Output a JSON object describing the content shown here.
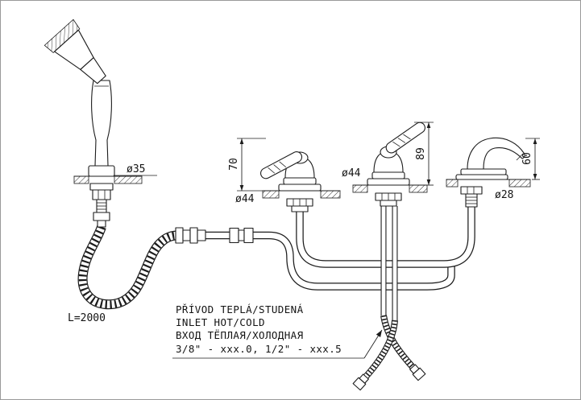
{
  "diagram": {
    "labels": {
      "shower_holder_diameter": "ø35",
      "hose_length": "L=2000",
      "left_valve_height": "70",
      "left_valve_base_diameter": "ø44",
      "right_valve_height": "89",
      "right_valve_base_diameter": "ø44",
      "spout_height": "60",
      "spout_base_diameter": "ø28"
    },
    "notes": {
      "line1": "PŘÍVOD TEPLÁ/STUDENÁ",
      "line2": "INLET HOT/COLD",
      "line3": "ВХОД ТЁПЛАЯ/ХОЛОДНАЯ",
      "line4": "3/8\" - xxx.0, 1/2\" - xxx.5"
    },
    "colors": {
      "line": "#1c1c1c",
      "background": "#ffffff"
    }
  }
}
